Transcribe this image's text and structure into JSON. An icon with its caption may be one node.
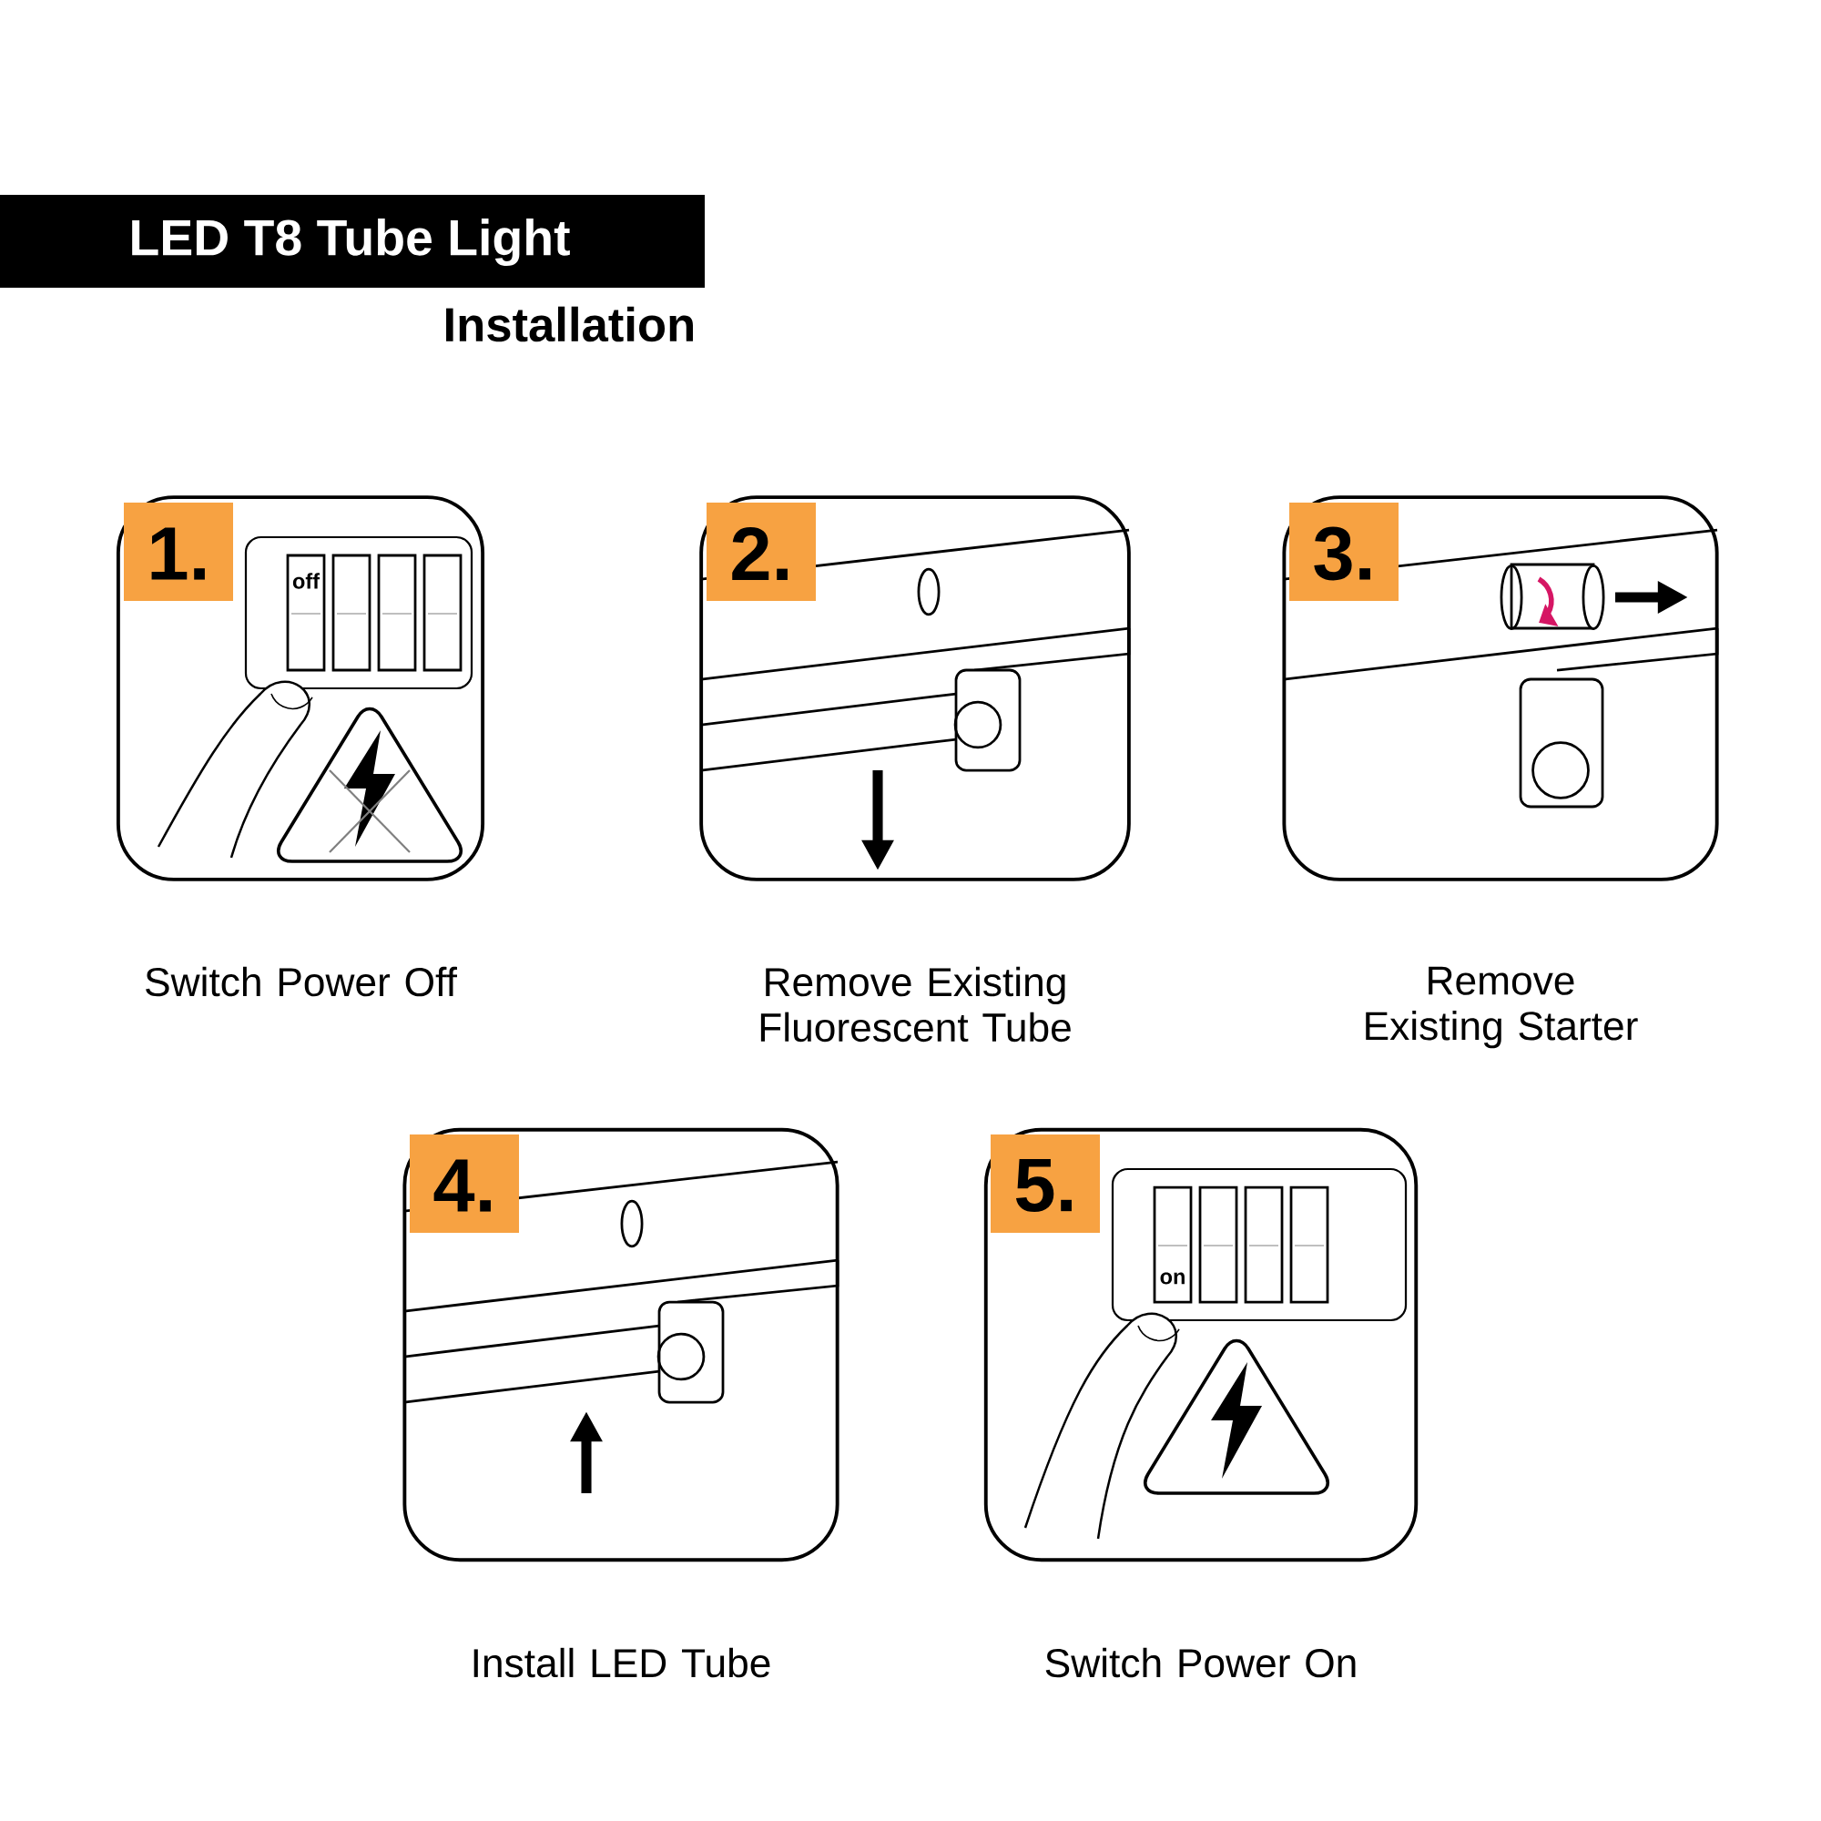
{
  "diagram": {
    "title": "LED T8 Tube Light",
    "nodes": [
      {
        "text": [
          "1."
        ],
        "beside": [
          "Switch Power Off"
        ]
      },
      {
        "text": [
          "2."
        ],
        "beside": [
          "Remove Existing Fluorescent Tube"
        ]
      },
      {
        "text": [
          "3."
        ],
        "beside": [
          "Remove Existing Starter"
        ]
      },
      {
        "text": [
          "4."
        ],
        "beside": [
          "Install LED Tube"
        ]
      },
      {
        "text": [
          "5."
        ],
        "beside": [
          "Switch Power On"
        ]
      }
    ],
    "labels": [
      "Installation",
      "off",
      "on"
    ]
  }
}
